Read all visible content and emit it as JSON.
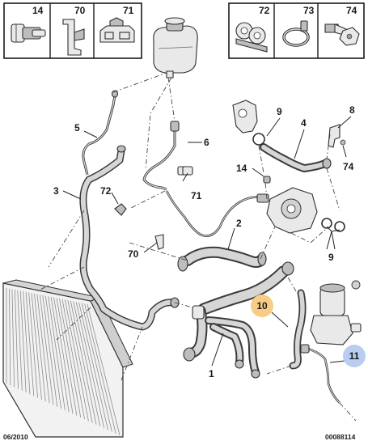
{
  "legend_left": [
    {
      "number": "14"
    },
    {
      "number": "70"
    },
    {
      "number": "71"
    }
  ],
  "legend_right": [
    {
      "number": "72"
    },
    {
      "number": "73"
    },
    {
      "number": "74"
    }
  ],
  "callouts": {
    "c1": "1",
    "c2": "2",
    "c3": "3",
    "c4": "4",
    "c5": "5",
    "c6": "6",
    "c8": "8",
    "c9a": "9",
    "c9b": "9",
    "c10": "10",
    "c11": "11",
    "c14": "14",
    "c70": "70",
    "c71": "71",
    "c72": "72",
    "c74": "74"
  },
  "highlight_colors": {
    "c10": "#f6cc86",
    "c11": "#b9cdf0"
  },
  "footer": {
    "date": "06/2010",
    "reference": "00088114"
  }
}
